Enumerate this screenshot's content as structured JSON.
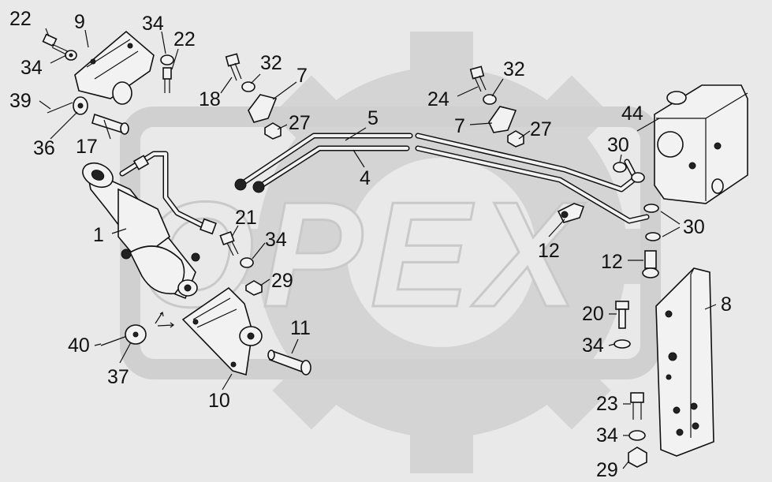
{
  "watermark": {
    "text": "OPEX"
  },
  "callouts": [
    {
      "id": "c22a",
      "label": "22"
    },
    {
      "id": "c9",
      "label": "9"
    },
    {
      "id": "c34a",
      "label": "34"
    },
    {
      "id": "c22b",
      "label": "22"
    },
    {
      "id": "c34b",
      "label": "34"
    },
    {
      "id": "c39",
      "label": "39"
    },
    {
      "id": "c36",
      "label": "36"
    },
    {
      "id": "c17",
      "label": "17"
    },
    {
      "id": "c18",
      "label": "18"
    },
    {
      "id": "c32a",
      "label": "32"
    },
    {
      "id": "c7a",
      "label": "7"
    },
    {
      "id": "c27a",
      "label": "27"
    },
    {
      "id": "c5",
      "label": "5"
    },
    {
      "id": "c4",
      "label": "4"
    },
    {
      "id": "c24",
      "label": "24"
    },
    {
      "id": "c32b",
      "label": "32"
    },
    {
      "id": "c7b",
      "label": "7"
    },
    {
      "id": "c27b",
      "label": "27"
    },
    {
      "id": "c44",
      "label": "44"
    },
    {
      "id": "c30a",
      "label": "30"
    },
    {
      "id": "c30b",
      "label": "30"
    },
    {
      "id": "c1",
      "label": "1"
    },
    {
      "id": "c21",
      "label": "21"
    },
    {
      "id": "c34c",
      "label": "34"
    },
    {
      "id": "c29a",
      "label": "29"
    },
    {
      "id": "c12a",
      "label": "12"
    },
    {
      "id": "c12b",
      "label": "12"
    },
    {
      "id": "c8",
      "label": "8"
    },
    {
      "id": "c20",
      "label": "20"
    },
    {
      "id": "c34d",
      "label": "34"
    },
    {
      "id": "c40",
      "label": "40"
    },
    {
      "id": "c37",
      "label": "37"
    },
    {
      "id": "c11",
      "label": "11"
    },
    {
      "id": "c10",
      "label": "10"
    },
    {
      "id": "c23",
      "label": "23"
    },
    {
      "id": "c34e",
      "label": "34"
    },
    {
      "id": "c29b",
      "label": "29"
    }
  ]
}
